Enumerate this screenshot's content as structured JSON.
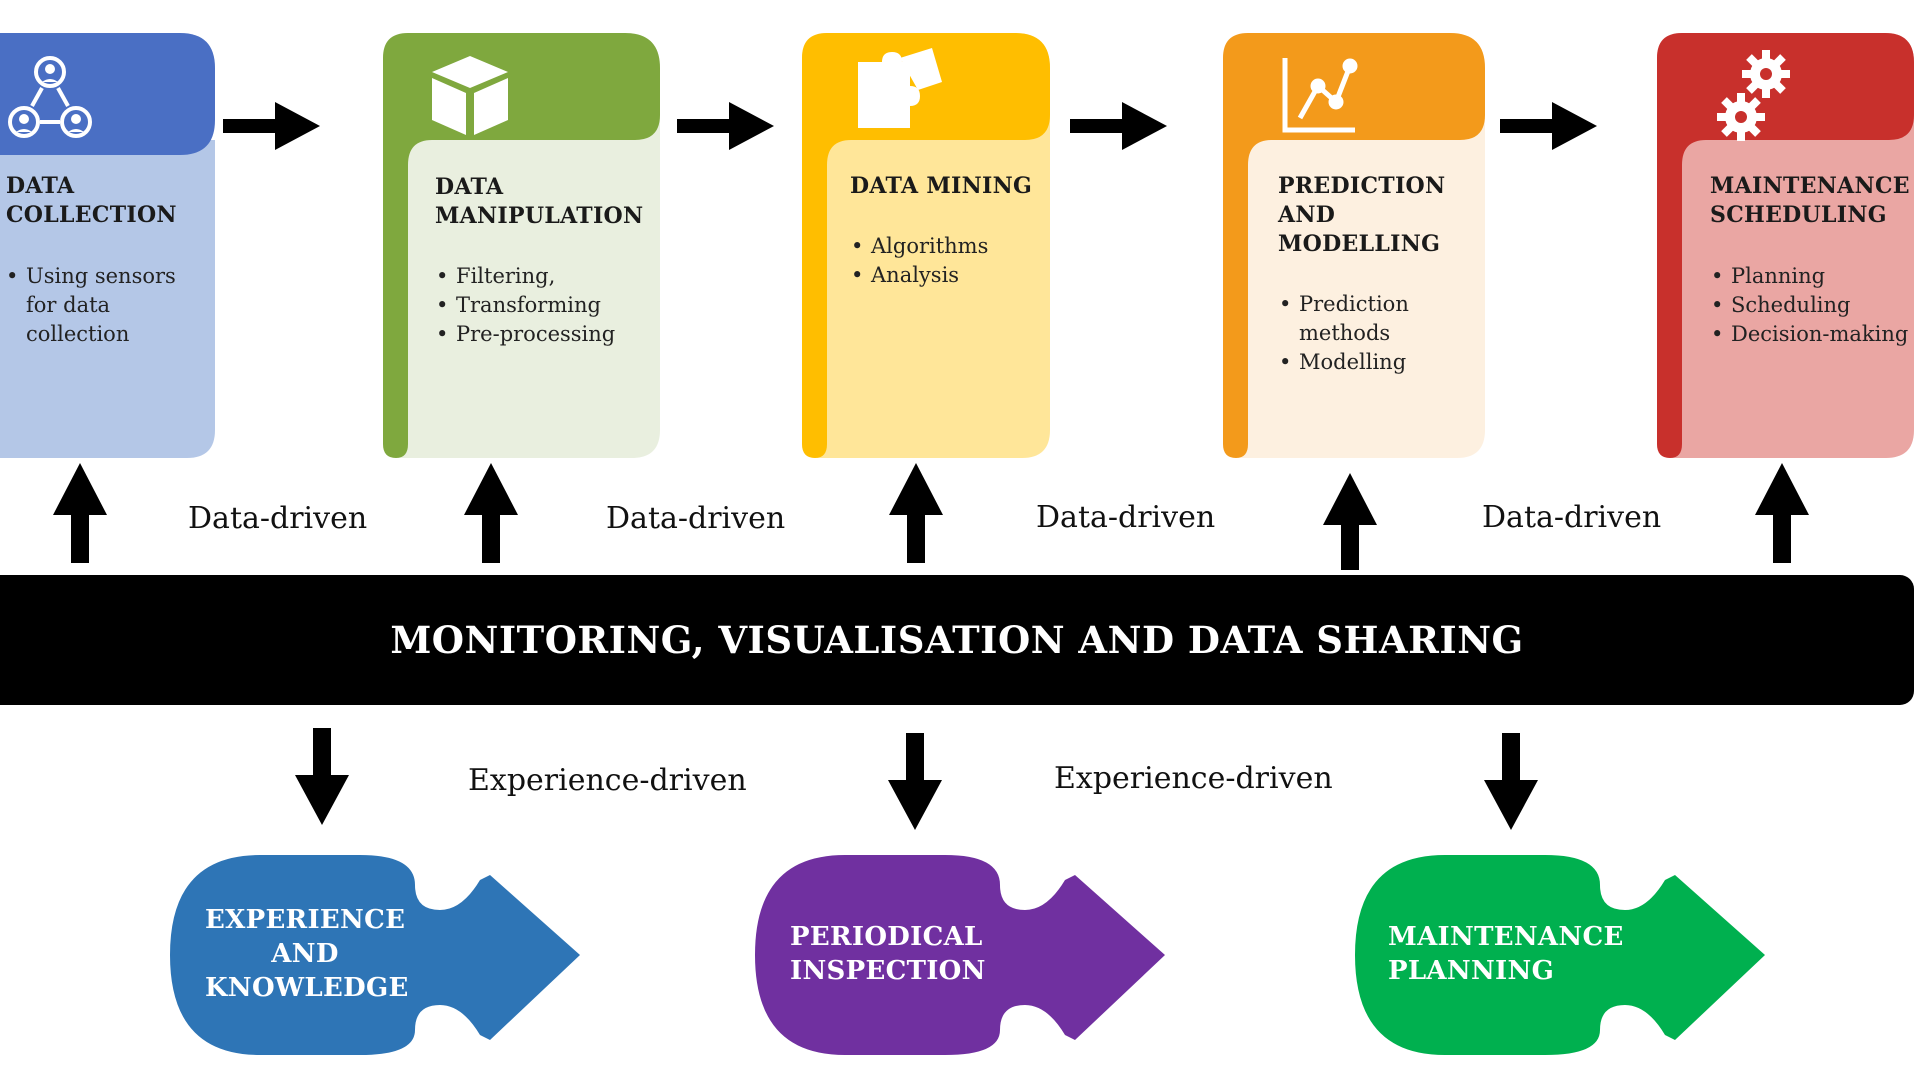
{
  "stages": [
    {
      "title_lines": [
        "DATA",
        "COLLECTION"
      ],
      "items": [
        "Using sensors for data collection"
      ],
      "icon": "people-network-icon",
      "header_color": "#4a6fc4",
      "body_color": "#b4c7e7"
    },
    {
      "title_lines": [
        "DATA",
        "MANIPULATION"
      ],
      "items": [
        "Filtering,",
        "Transforming",
        "Pre-processing"
      ],
      "icon": "box-icon",
      "header_color": "#7fa83e",
      "body_color": "#e9efdf"
    },
    {
      "title_lines": [
        "DATA MINING"
      ],
      "items": [
        "Algorithms",
        "Analysis"
      ],
      "icon": "puzzle-icon",
      "header_color": "#ffbe00",
      "body_color": "#ffe699"
    },
    {
      "title_lines": [
        "PREDICTION",
        "AND",
        "MODELLING"
      ],
      "items": [
        "Prediction methods",
        "Modelling"
      ],
      "icon": "line-chart-icon",
      "header_color": "#f39a1b",
      "body_color": "#fdf0e0"
    },
    {
      "title_lines": [
        "MAINTENANCE",
        "SCHEDULING"
      ],
      "items": [
        "Planning",
        "Scheduling",
        "Decision-making"
      ],
      "icon": "gears-icon",
      "header_color": "#c8302c",
      "body_color": "#eaa6a3"
    }
  ],
  "data_driven_labels": [
    "Data-driven",
    "Data-driven",
    "Data-driven",
    "Data-driven"
  ],
  "band_title": "MONITORING, VISUALISATION AND DATA SHARING",
  "experience_driven_labels": [
    "Experience-driven",
    "Experience-driven"
  ],
  "outcomes": [
    {
      "lines": [
        "EXPERIENCE",
        "AND",
        "KNOWLEDGE"
      ],
      "color": "#2e75b6"
    },
    {
      "lines": [
        "PERIODICAL",
        "INSPECTION"
      ],
      "color": "#7030a0"
    },
    {
      "lines": [
        "MAINTENANCE",
        "PLANNING"
      ],
      "color": "#00b04f"
    }
  ]
}
